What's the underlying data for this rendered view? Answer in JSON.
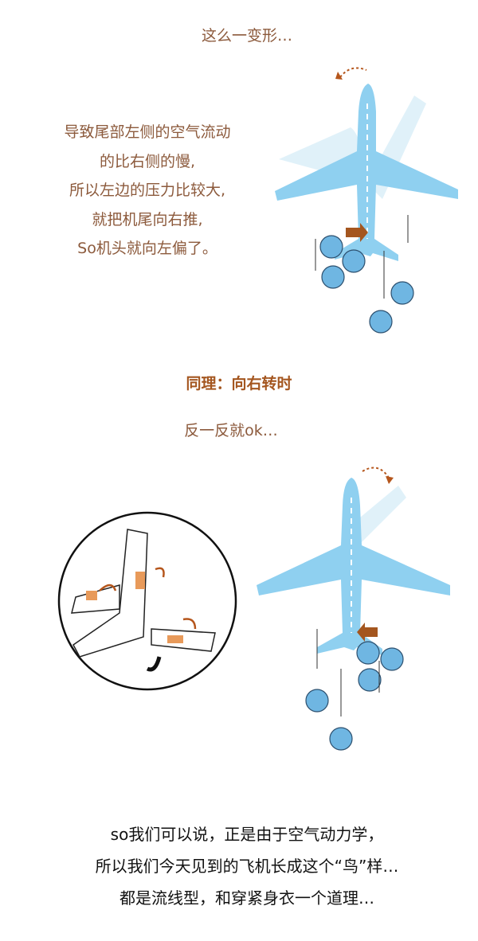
{
  "section1": {
    "caption": "这么一变形…",
    "explanation": [
      "导致尾部左侧的空气流动",
      "的比右侧的慢,",
      "所以左边的压力比较大,",
      "就把机尾向右推,",
      "So机头就向左偏了。"
    ]
  },
  "section2": {
    "heading": "同理：向右转时",
    "caption": "反一反就ok…"
  },
  "conclusion": [
    "so我们可以说，正是由于空气动力学，",
    "所以我们今天见到的飞机长成这个“鸟”样…",
    "都是流线型，和穿紧身衣一个道理…"
  ],
  "colors": {
    "text_brown": "#8c5a3c",
    "heading": "#a4561f",
    "plane": "#8fd0f0",
    "arrow": "#b5561c"
  }
}
